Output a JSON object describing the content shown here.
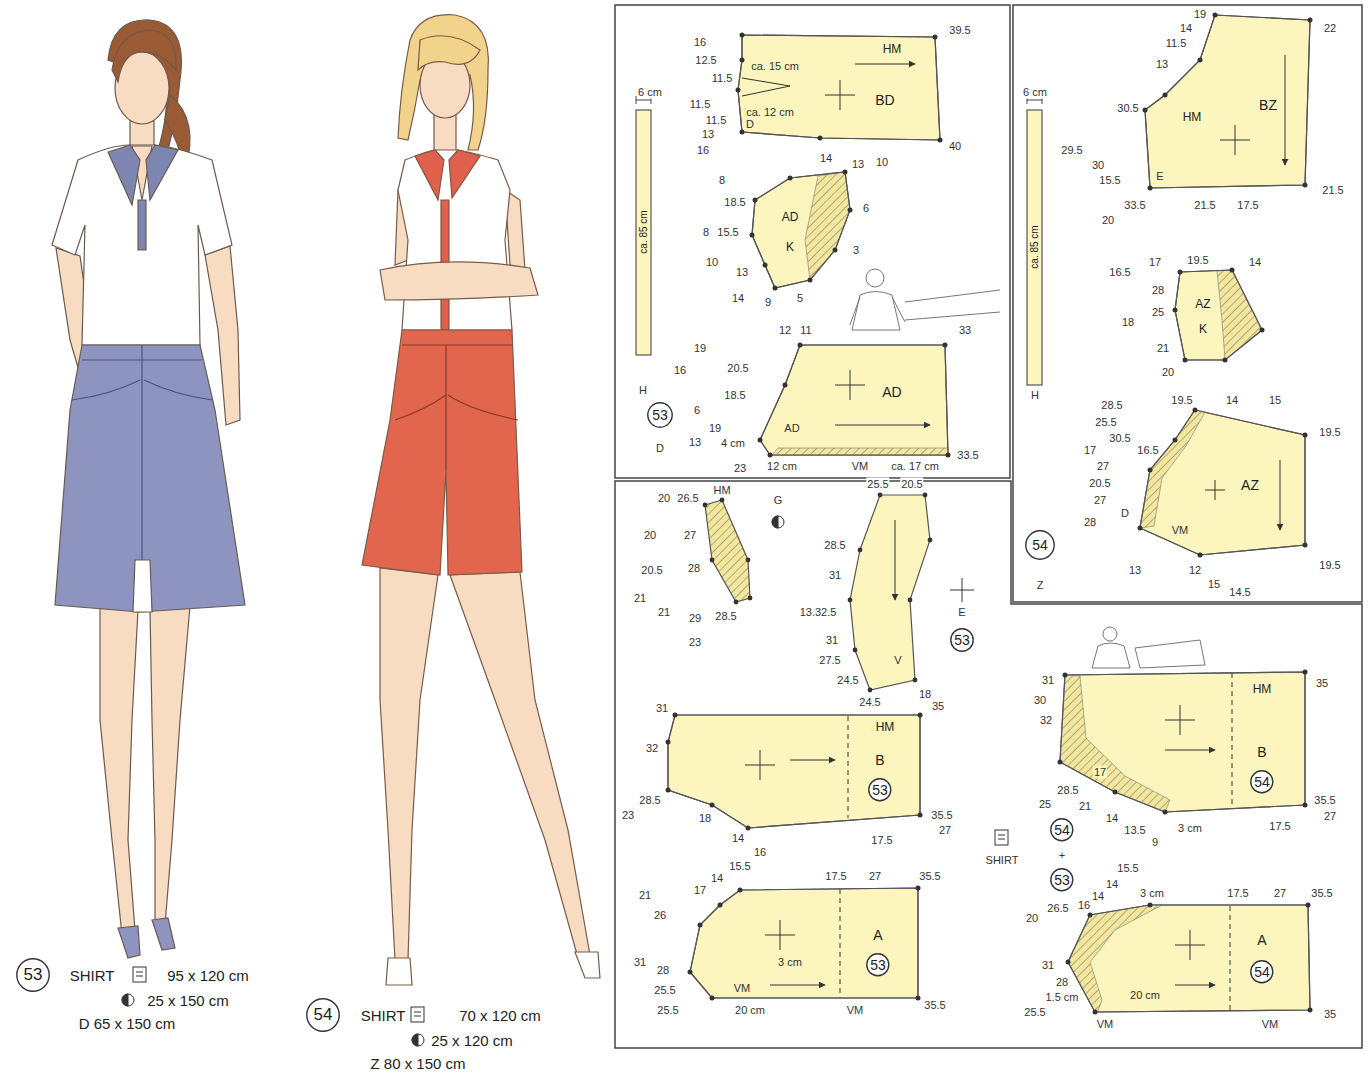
{
  "diagram": {
    "nodes": [
      {
        "text": [
          "ca. 85 cm"
        ]
      },
      {
        "text": [
          "HM",
          "BD"
        ]
      },
      {
        "text": [
          "AD",
          "K"
        ]
      },
      {
        "text": [
          "53"
        ]
      },
      {
        "text": [
          "AD"
        ]
      },
      {
        "text": [
          "ca. 85 cm"
        ]
      },
      {
        "text": [
          "HM",
          "BZ"
        ]
      },
      {
        "text": [
          "AZ",
          "K"
        ]
      },
      {
        "text": [
          "AZ"
        ]
      },
      {
        "text": [
          "54"
        ]
      },
      {
        "text": [
          "53"
        ]
      },
      {
        "text": [
          "HM",
          "B"
        ]
      },
      {
        "text": [
          "53"
        ],
        "in": 11
      },
      {
        "text": [
          "HM",
          "B"
        ]
      },
      {
        "text": [
          "54"
        ],
        "in": 13
      },
      {
        "text": [
          "53"
        ]
      },
      {
        "text": [
          "54"
        ]
      },
      {
        "text": [
          "A"
        ]
      },
      {
        "text": [
          "53"
        ],
        "in": 17
      },
      {
        "text": [
          "A"
        ]
      },
      {
        "text": [
          "54"
        ],
        "in": 19
      },
      {
        "text": [
          "53"
        ]
      },
      {
        "text": [
          "54"
        ]
      }
    ],
    "labels": [
      "SHIRT",
      "95 x 120 cm",
      "25 x 150 cm",
      "D 65 x 150 cm",
      "SHIRT",
      "70 x 120 cm",
      "25 x 120 cm",
      "Z 80 x 150 cm",
      "6 cm",
      "H",
      "D",
      "16",
      "12.5",
      "11.5",
      "ca. 15 cm",
      "11.5",
      "ca. 12 cm",
      "11.5",
      "13",
      "D",
      "16",
      "39.5",
      "40",
      "14",
      "8",
      "13",
      "10",
      "18.5",
      "6",
      "15.5",
      "8",
      "10",
      "3",
      "13",
      "14",
      "9",
      "5",
      "12",
      "11",
      "33",
      "19",
      "16",
      "20.5",
      "18.5",
      "6",
      "AD",
      "19",
      "13",
      "4 cm",
      "23",
      "12 cm",
      "VM",
      "ca. 17 cm",
      "33.5",
      "6 cm",
      "H",
      "19",
      "14",
      "11.5",
      "13",
      "22",
      "30.5",
      "29.5",
      "30",
      "15.5",
      "E",
      "33.5",
      "20",
      "21.5",
      "17.5",
      "21.5",
      "17",
      "16.5",
      "19.5",
      "14",
      "28",
      "25",
      "18",
      "21",
      "20",
      "19.5",
      "14",
      "15",
      "19.5",
      "28.5",
      "25.5",
      "30.5",
      "17",
      "16.5",
      "27",
      "20.5",
      "27",
      "D",
      "28",
      "VM",
      "13",
      "12",
      "15",
      "14.5",
      "19.5",
      "Z",
      "HM",
      "20",
      "26.5",
      "27",
      "20",
      "28",
      "20.5",
      "28.5",
      "21",
      "21",
      "29",
      "23",
      "G",
      "20.5",
      "25.5",
      "28.5",
      "31",
      "13.32.5",
      "31",
      "27.5",
      "24.5",
      "24.5",
      "18",
      "V",
      "E",
      "31",
      "32",
      "35",
      "28.5",
      "23",
      "18",
      "14",
      "16",
      "35.5",
      "27",
      "17.5",
      "15.5",
      "14",
      "17",
      "21",
      "26",
      "17.5",
      "27",
      "35.5",
      "31",
      "28",
      "25.5",
      "25.5",
      "VM",
      "20 cm",
      "3 cm",
      "VM",
      "35.5",
      "31",
      "30",
      "32",
      "35",
      "28.5",
      "25",
      "21",
      "17",
      "14",
      "13.5",
      "9",
      "3 cm",
      "35.5",
      "27",
      "17.5",
      "SHIRT",
      "+",
      "15.5",
      "14",
      "14",
      "16",
      "26.5",
      "20",
      "3 cm",
      "17.5",
      "27",
      "35.5",
      "31",
      "28",
      "25.5",
      "1.5 cm",
      "20 cm",
      "VM",
      "VM",
      "35"
    ]
  }
}
